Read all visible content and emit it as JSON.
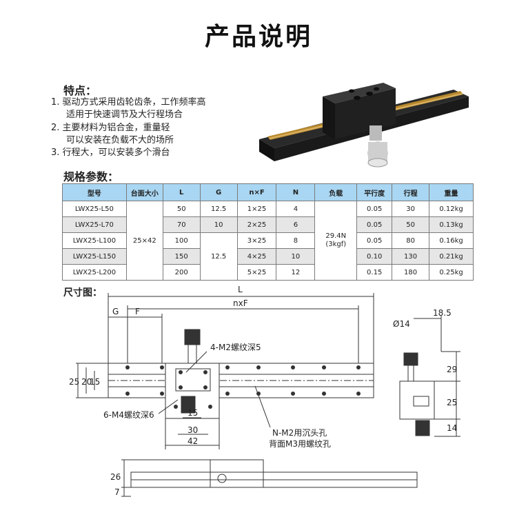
{
  "title": "产品说明",
  "features": {
    "heading": "特点：",
    "lines": [
      "1. 驱动方式采用齿轮齿条，工作频率高",
      "适用于快速调节及大行程场合",
      "2. 主要材料为铝合金，重量轻",
      "可以安装在负载不大的场所",
      "3. 行程大，可以安装多个滑台"
    ]
  },
  "spec": {
    "heading": "规格参数：",
    "headers": [
      "型号",
      "台面大小",
      "L",
      "G",
      "n×F",
      "N",
      "负载",
      "平行度",
      "行程",
      "重量"
    ],
    "table_size": "25×42",
    "load": [
      "29.4N",
      "(3kgf)"
    ],
    "g_merged": "12.5",
    "rows": [
      {
        "model": "LWX25-L50",
        "L": "50",
        "G": "12.5",
        "nF": "1×25",
        "N": "4",
        "par": "0.05",
        "stroke": "30",
        "weight": "0.12kg"
      },
      {
        "model": "LWX25-L70",
        "L": "70",
        "G": "10",
        "nF": "2×25",
        "N": "6",
        "par": "0.05",
        "stroke": "50",
        "weight": "0.13kg"
      },
      {
        "model": "LWX25-L100",
        "L": "100",
        "G": "",
        "nF": "3×25",
        "N": "8",
        "par": "0.05",
        "stroke": "80",
        "weight": "0.16kg"
      },
      {
        "model": "LWX25-L150",
        "L": "150",
        "G": "",
        "nF": "4×25",
        "N": "10",
        "par": "0.10",
        "stroke": "130",
        "weight": "0.21kg"
      },
      {
        "model": "LWX25-L200",
        "L": "200",
        "G": "",
        "nF": "5×25",
        "N": "12",
        "par": "0.15",
        "stroke": "180",
        "weight": "0.25kg"
      }
    ]
  },
  "dims": {
    "heading": "尺寸图：",
    "L": "L",
    "nxF": "nxF",
    "G": "G",
    "F": "F",
    "d25": "25",
    "d20": "20",
    "d15": "15",
    "m2": "4-M2螺纹深5",
    "m4": "6-M4螺纹深6",
    "s15": "15",
    "s30": "30",
    "s42": "42",
    "nm2": "N-M2用沉头孔",
    "m3": "背面M3用螺纹孔",
    "d14": "Ø14",
    "d185": "18.5",
    "d29": "29",
    "s25": "25",
    "d14b": "14",
    "d26": "26",
    "d7": "7"
  }
}
